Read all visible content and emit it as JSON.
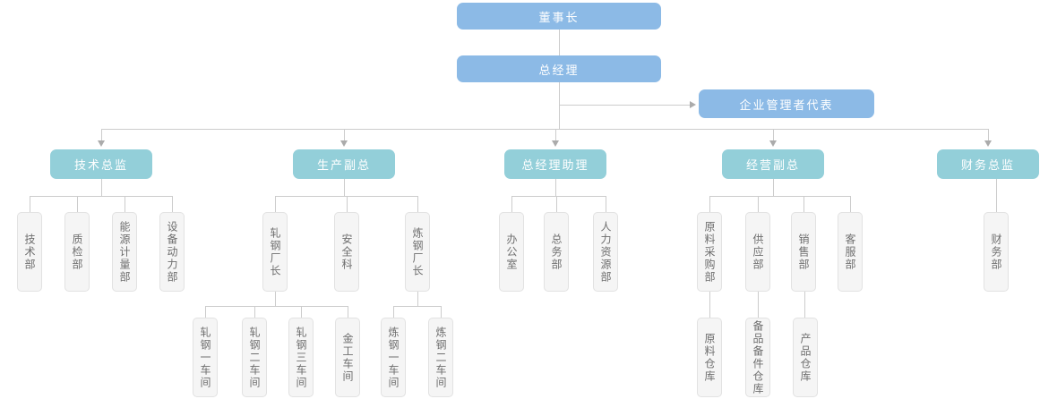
{
  "org": {
    "chairman": {
      "label": "董事长"
    },
    "general_manager": {
      "label": "总经理"
    },
    "management_rep": {
      "label": "企业管理者代表"
    },
    "branches": [
      {
        "label": "技术总监",
        "children": [
          {
            "label": "技术部"
          },
          {
            "label": "质检部"
          },
          {
            "label": "能源计量部"
          },
          {
            "label": "设备动力部"
          }
        ]
      },
      {
        "label": "生产副总",
        "children": [
          {
            "label": "轧钢厂长",
            "children": [
              {
                "label": "轧钢一车间"
              },
              {
                "label": "轧钢二车间"
              },
              {
                "label": "轧钢三车间"
              },
              {
                "label": "金工车间"
              }
            ]
          },
          {
            "label": "安全科"
          },
          {
            "label": "炼钢厂长",
            "children": [
              {
                "label": "炼钢一车间"
              },
              {
                "label": "炼钢二车间"
              }
            ]
          }
        ]
      },
      {
        "label": "总经理助理",
        "children": [
          {
            "label": "办公室"
          },
          {
            "label": "总务部"
          },
          {
            "label": "人力资源部"
          }
        ]
      },
      {
        "label": "经营副总",
        "children": [
          {
            "label": "原料采购部",
            "children": [
              {
                "label": "原料仓库"
              }
            ]
          },
          {
            "label": "供应部",
            "children": [
              {
                "label": "备品备件仓库"
              }
            ]
          },
          {
            "label": "销售部",
            "children": [
              {
                "label": "产品仓库"
              }
            ]
          },
          {
            "label": "客服部"
          }
        ]
      },
      {
        "label": "财务总监",
        "children": [
          {
            "label": "财务部"
          }
        ]
      }
    ]
  },
  "colors": {
    "level1_blue": "#8cbae6",
    "level2_teal": "#93cfd9",
    "gray_node_bg": "#f5f5f5",
    "gray_node_border": "#e2e2e2",
    "gray_node_text": "#6e6e6e",
    "connector_line": "#cccccc",
    "arrowhead": "#ababab",
    "node_text_light": "#ffffff"
  }
}
